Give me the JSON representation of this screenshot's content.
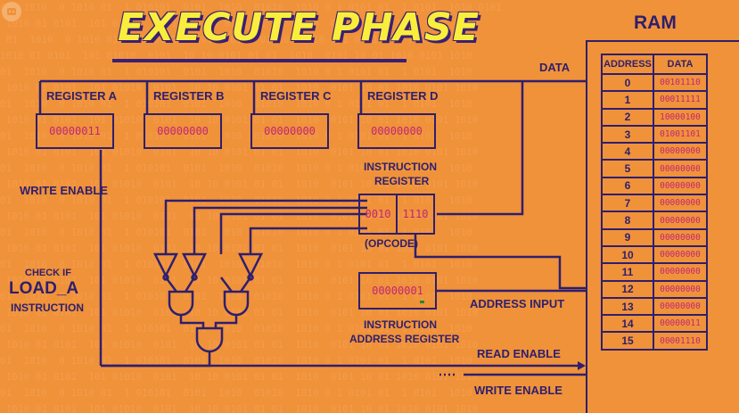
{
  "title": "EXECUTE PHASE",
  "ram_title": "RAM",
  "labels": {
    "data": "DATA",
    "write_enable_left": "WRITE ENABLE",
    "check_if": "CHECK IF",
    "load_a": "LOAD_A",
    "instruction": "INSTRUCTION",
    "instruction_register_1": "INSTRUCTION",
    "instruction_register_2": "REGISTER",
    "opcode": "(OPCODE)",
    "iar_1": "INSTRUCTION",
    "iar_2": "ADDRESS REGISTER",
    "address_input": "ADDRESS INPUT",
    "read_enable": "READ ENABLE",
    "write_enable_bottom": "WRITE ENABLE"
  },
  "registers": [
    {
      "name": "REGISTER A",
      "value": "00000011"
    },
    {
      "name": "REGISTER B",
      "value": "00000000"
    },
    {
      "name": "REGISTER C",
      "value": "00000000"
    },
    {
      "name": "REGISTER D",
      "value": "00000000"
    }
  ],
  "instruction_register": {
    "opcode": "0010",
    "address": "1110"
  },
  "instruction_address_register": "00000001",
  "ram": {
    "headers": [
      "ADDRESS",
      "DATA"
    ],
    "rows": [
      {
        "addr": "0",
        "data": "00101110"
      },
      {
        "addr": "1",
        "data": "00011111"
      },
      {
        "addr": "2",
        "data": "10000100"
      },
      {
        "addr": "3",
        "data": "01001101"
      },
      {
        "addr": "4",
        "data": "00000000"
      },
      {
        "addr": "5",
        "data": "00000000"
      },
      {
        "addr": "6",
        "data": "00000000"
      },
      {
        "addr": "7",
        "data": "00000000"
      },
      {
        "addr": "8",
        "data": "00000000"
      },
      {
        "addr": "9",
        "data": "00000000"
      },
      {
        "addr": "10",
        "data": "00000000"
      },
      {
        "addr": "11",
        "data": "00000000"
      },
      {
        "addr": "12",
        "data": "00000000"
      },
      {
        "addr": "13",
        "data": "00000000"
      },
      {
        "addr": "14",
        "data": "00000011"
      },
      {
        "addr": "15",
        "data": "00001110"
      }
    ]
  },
  "colors": {
    "background": "#f0923a",
    "ink": "#2e1f6e",
    "value": "#c0267a",
    "title": "#f9ee3c"
  }
}
